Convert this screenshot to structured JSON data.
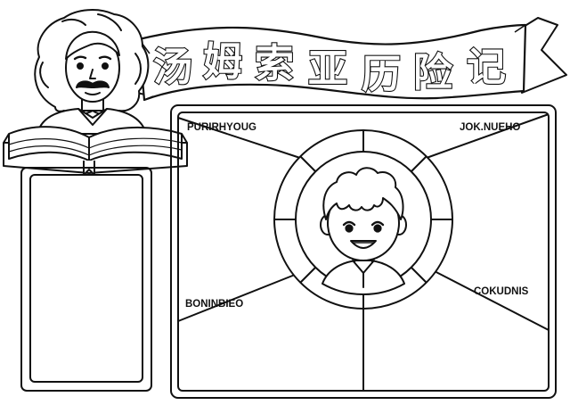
{
  "banner": {
    "title_chars": [
      "汤",
      "姆",
      "索",
      "亚",
      "历",
      "险",
      "记"
    ]
  },
  "labels": {
    "top_left": "PURIRHYOUG",
    "top_right": "JOK.NUEHO",
    "bottom_left": "BONINBIEO",
    "bottom_right": "COKUDNIS"
  },
  "colors": {
    "ink": "#111111",
    "paper": "#ffffff"
  }
}
